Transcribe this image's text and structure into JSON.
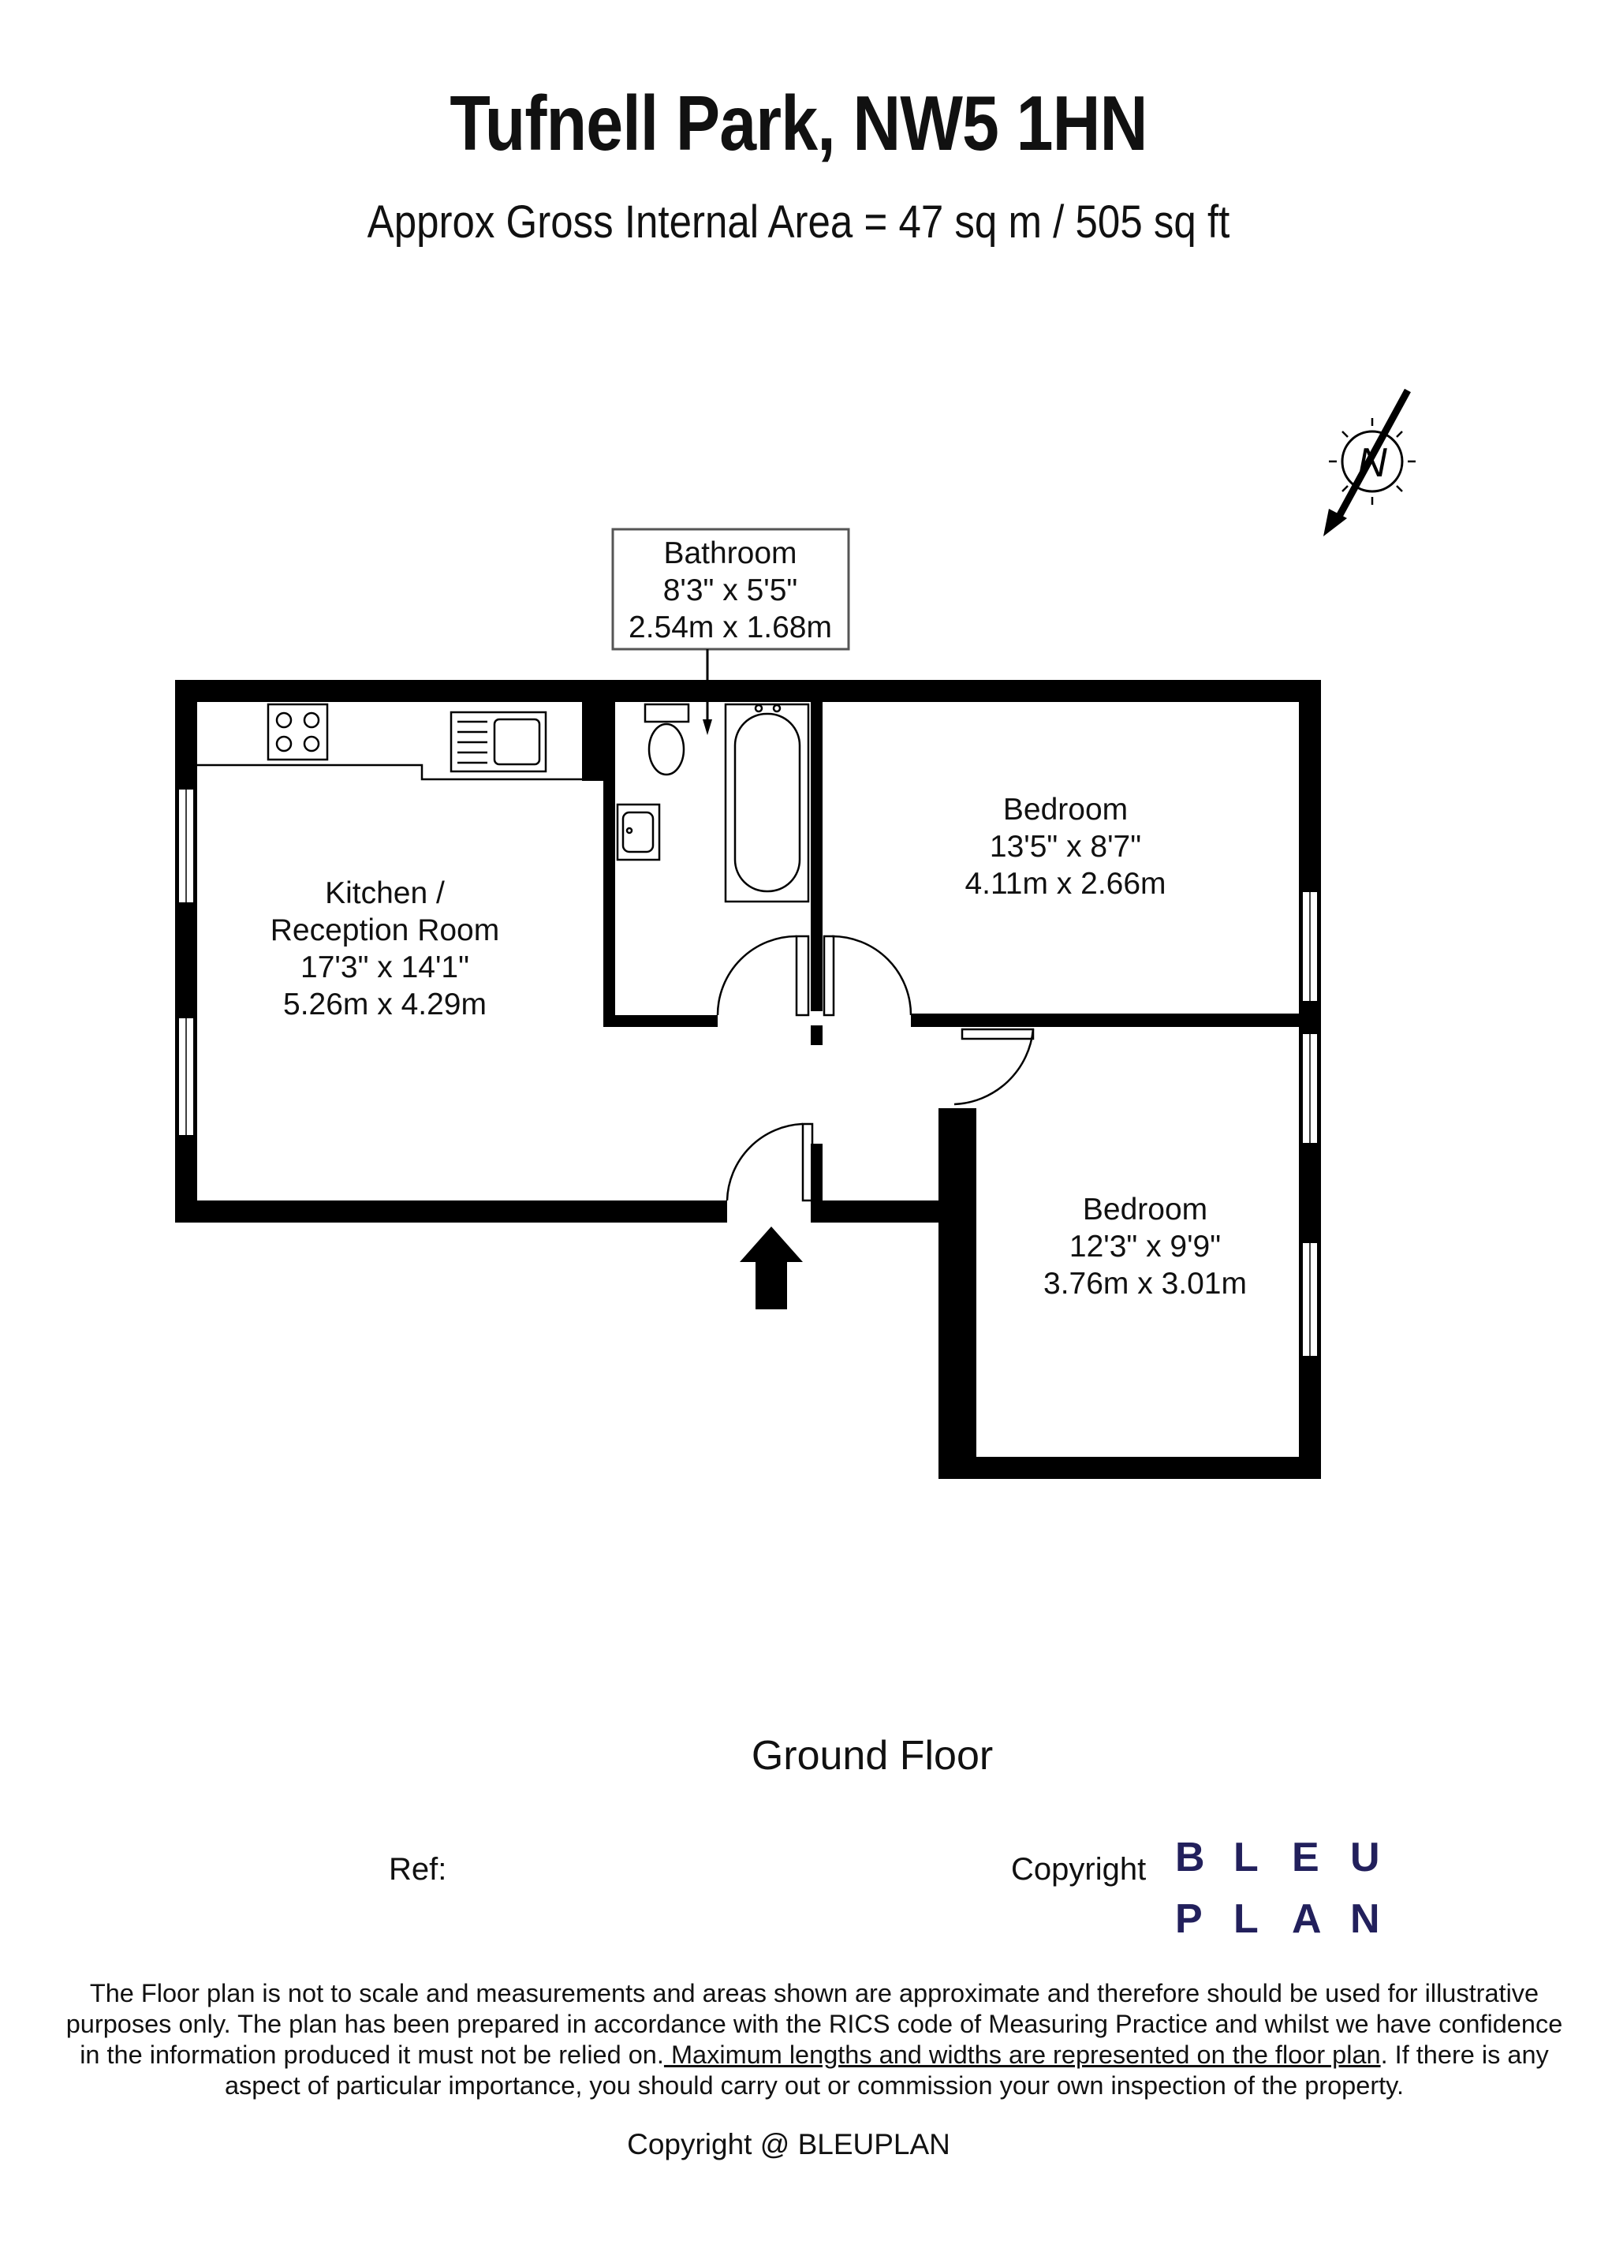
{
  "header": {
    "title": "Tufnell Park, NW5 1HN",
    "subtitle": "Approx Gross Internal Area = 47 sq m / 505 sq ft"
  },
  "compass": {
    "letter": "N"
  },
  "rooms": {
    "bathroom": {
      "name": "Bathroom",
      "imperial": "8'3\" x 5'5\"",
      "metric": "2.54m x 1.68m"
    },
    "kitchen": {
      "name_line1": "Kitchen /",
      "name_line2": "Reception Room",
      "imperial": "17'3\" x 14'1\"",
      "metric": "5.26m x 4.29m"
    },
    "bedroom1": {
      "name": "Bedroom",
      "imperial": "13'5\" x 8'7\"",
      "metric": "4.11m x 2.66m"
    },
    "bedroom2": {
      "name": "Bedroom",
      "imperial": "12'3\" x 9'9\"",
      "metric": "3.76m x 3.01m"
    }
  },
  "floor_label": "Ground Floor",
  "ref_label": "Ref:",
  "copyright_label": "Copyright",
  "logo": {
    "row1": [
      "B",
      "L",
      "E",
      "U"
    ],
    "row2": [
      "P",
      "L",
      "A",
      "N"
    ],
    "color": "#22205c"
  },
  "disclaimer": {
    "part1": "The Floor plan is not to scale and measurements and areas shown are approximate and therefore should be used for illustrative purposes only. The plan has been prepared in accordance with the RICS code of Measuring Practice and whilst we have confidence in the information produced it must not be relied on.",
    "part2_underlined": " Maximum lengths and widths are represented on the floor plan",
    "part3": ". If there is any aspect of particular importance, you should carry out or commission your own inspection of the property."
  },
  "footer": "Copyright @ BLEUPLAN"
}
